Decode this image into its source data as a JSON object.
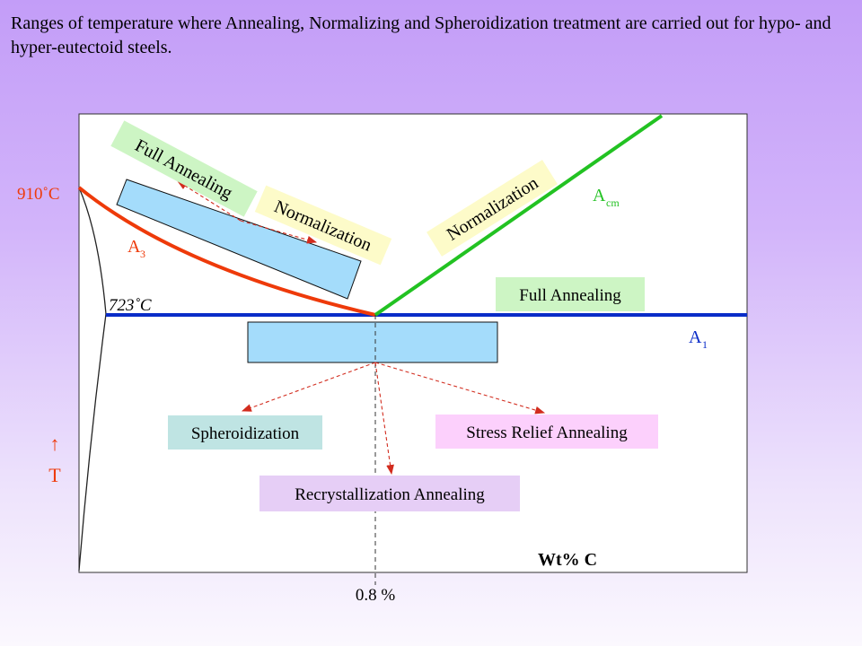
{
  "title": "Ranges of temperature where Annealing, Normalizing and Spheroidization treatment are carried out for hypo- and hyper-eutectoid steels.",
  "diagram": {
    "temp_910": "910˚C",
    "temp_723": "723˚C",
    "a3_main": "A",
    "a3_sub": "3",
    "acm_main": "A",
    "acm_sub": "cm",
    "a1_main": "A",
    "a1_sub": "1",
    "t_arrow": "↑",
    "t_label": "T",
    "x_axis_label": "Wt% C",
    "eutectoid_label": "0.8 %",
    "full_annealing_hypo": "Full Annealing",
    "normalization_hypo": "Normalization",
    "normalization_hyper": "Normalization",
    "full_annealing_hyper": "Full Annealing",
    "spheroidization": "Spheroidization",
    "stress_relief": "Stress Relief Annealing",
    "recrystallization": "Recrystallization Annealing"
  },
  "colors": {
    "a3_line": "#ee3a0a",
    "acm_line": "#22c222",
    "a1_line": "#0a2cc8",
    "box_fill": "#a4dcfb",
    "label_green": "#cdf5c4",
    "label_yellow": "#fdfbc9",
    "label_teal": "#bfe4e3",
    "label_pink": "#fcd0fc",
    "label_lavender": "#e6cef6",
    "arrow": "#d22c1e",
    "temp_text": "#ee3a0a"
  }
}
